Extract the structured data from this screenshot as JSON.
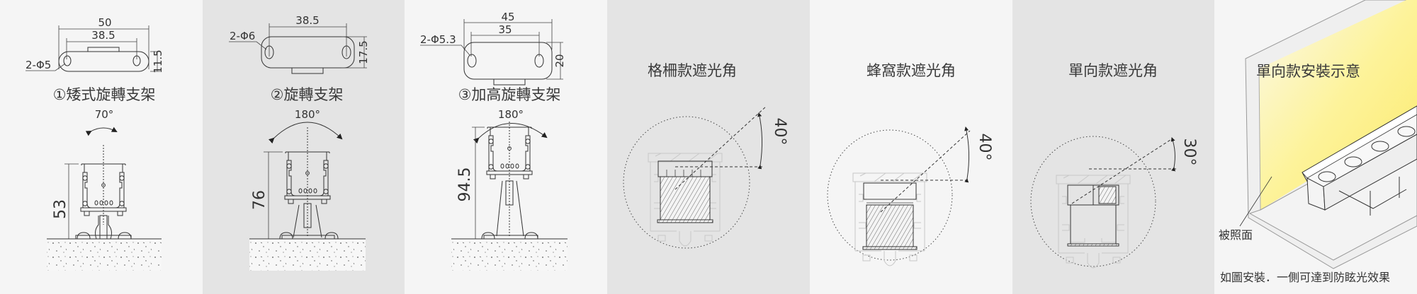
{
  "brackets": [
    {
      "title": "①矮式旋轉支架",
      "overall_width": "50",
      "hole_spacing": "38.5",
      "plate_height": "11.5",
      "holes": "2-Φ5",
      "rotation": "70°",
      "mount_height": "53"
    },
    {
      "title": "②旋轉支架",
      "hole_spacing": "38.5",
      "plate_height": "17.5",
      "holes": "2-Φ6",
      "rotation": "180°",
      "mount_height": "76"
    },
    {
      "title": "③加高旋轉支架",
      "overall_width": "45",
      "hole_spacing": "35",
      "plate_height": "20",
      "holes": "2-Φ5.3",
      "rotation": "180°",
      "mount_height": "94.5"
    }
  ],
  "shading": [
    {
      "title": "格柵款遮光角",
      "angle": "40°"
    },
    {
      "title": "蜂窩款遮光角",
      "angle": "40°"
    },
    {
      "title": "單向款遮光角",
      "angle": "30°"
    }
  ],
  "install": {
    "title": "單向款安裝示意",
    "surface_label": "被照面",
    "caption": "如圖安裝．一側可達到防眩光效果"
  },
  "colors": {
    "panel_light": "#f5f5f5",
    "panel_gray": "#e4e4e4",
    "wall_light": "#fdf07a"
  }
}
